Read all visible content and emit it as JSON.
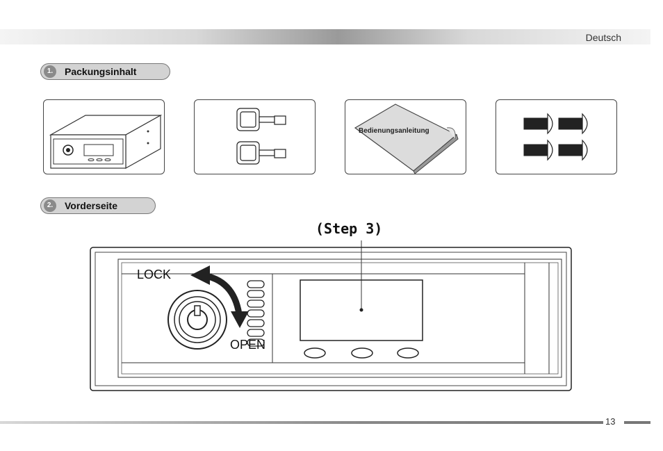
{
  "header": {
    "language": "Deutsch"
  },
  "sections": [
    {
      "number": "1.",
      "title": "Packungsinhalt"
    },
    {
      "number": "2.",
      "title": "Vorderseite"
    }
  ],
  "package": {
    "manual_label": "Bedienungsanleitung"
  },
  "front": {
    "step_label": "(Step 3)",
    "lock_label": "LOCK",
    "open_label": "OPEN"
  },
  "footer": {
    "page_number": "13"
  }
}
